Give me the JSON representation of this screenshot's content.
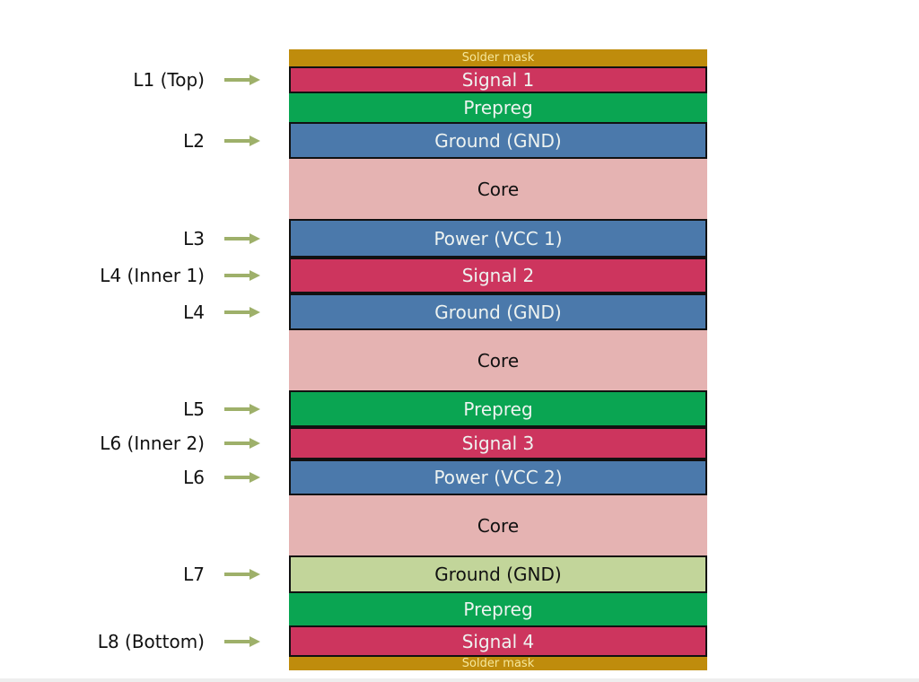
{
  "title": "8-layer PCB stackup",
  "colors": {
    "solder_mask": "#bf8c0c",
    "signal": "#cd355e",
    "prepreg": "#0aa552",
    "plane": "#4b79ab",
    "core": "#e5b3b2",
    "ground_light": "#c2d59a",
    "arrow": "#9eb06a"
  },
  "layers": [
    {
      "name": "Solder mask",
      "type": "solder_mask"
    },
    {
      "name": "Signal 1",
      "type": "signal"
    },
    {
      "name": "Prepreg",
      "type": "prepreg"
    },
    {
      "name": "Ground (GND)",
      "type": "plane"
    },
    {
      "name": "Core",
      "type": "core"
    },
    {
      "name": "Power (VCC 1)",
      "type": "plane"
    },
    {
      "name": "Signal 2",
      "type": "signal"
    },
    {
      "name": "Ground (GND)",
      "type": "plane"
    },
    {
      "name": "Core",
      "type": "core"
    },
    {
      "name": "Prepreg",
      "type": "prepreg"
    },
    {
      "name": "Signal 3",
      "type": "signal"
    },
    {
      "name": "Power (VCC 2)",
      "type": "plane"
    },
    {
      "name": "Core",
      "type": "core"
    },
    {
      "name": "Ground (GND)",
      "type": "ground_light"
    },
    {
      "name": "Prepreg",
      "type": "prepreg"
    },
    {
      "name": "Signal 4",
      "type": "signal"
    },
    {
      "name": "Solder mask",
      "type": "solder_mask"
    }
  ],
  "layer_labels": [
    {
      "text": "L1 (Top)",
      "layer_index": 1
    },
    {
      "text": "L2",
      "layer_index": 3
    },
    {
      "text": "L3",
      "layer_index": 5
    },
    {
      "text": "L4 (Inner 1)",
      "layer_index": 6
    },
    {
      "text": "L4",
      "layer_index": 7
    },
    {
      "text": "L5",
      "layer_index": 9
    },
    {
      "text": "L6 (Inner 2)",
      "layer_index": 10
    },
    {
      "text": "L6",
      "layer_index": 11
    },
    {
      "text": "L7",
      "layer_index": 13
    },
    {
      "text": "L8 (Bottom)",
      "layer_index": 15
    }
  ]
}
